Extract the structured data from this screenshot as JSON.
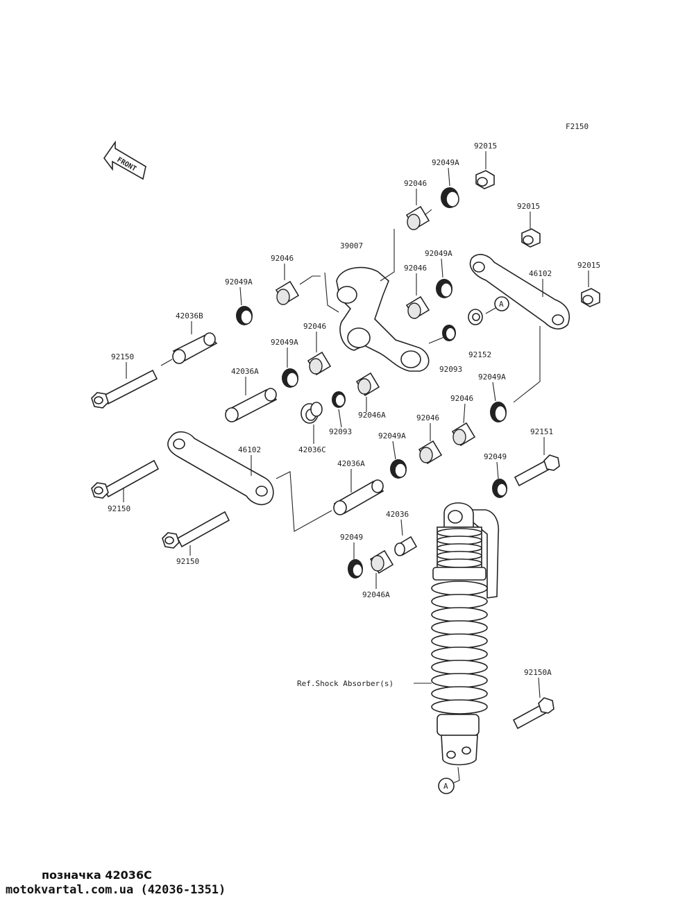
{
  "figure_code": "F2150",
  "front_label": "FRONT",
  "ref_label": "Ref.Shock Absorber(s)",
  "circle_marker": "A",
  "parts": {
    "p92015_a": "92015",
    "p92049A_a": "92049A",
    "p92046_a": "92046",
    "p92015_b": "92015",
    "p39007": "39007",
    "p92049A_b": "92049A",
    "p92015_c": "92015",
    "p46102_a": "46102",
    "p92046_b": "92046",
    "p92046_c": "92046",
    "p92049A_c": "92049A",
    "p42036B": "42036B",
    "p92046_d": "92046",
    "p92049A_d": "92049A",
    "p92152": "92152",
    "p92093_a": "92093",
    "p92150_a": "92150",
    "p42036A_a": "42036A",
    "p92049A_e": "92049A",
    "p92046A_a": "92046A",
    "p92046_e": "92046",
    "p42036C": "42036C",
    "p92093_b": "92093",
    "p92046_f": "92046",
    "p92049A_f": "92049A",
    "p46102_b": "46102",
    "p42036A_b": "42036A",
    "p92151": "92151",
    "p92049_a": "92049",
    "p92150_b": "92150",
    "p42036": "42036",
    "p92049_b": "92049",
    "p92150_c": "92150",
    "p92046A_b": "92046A",
    "p92150A": "92150A"
  },
  "footer": {
    "line1": "позначка 42036C",
    "line2": "motokvartal.com.ua (42036-1351)"
  }
}
